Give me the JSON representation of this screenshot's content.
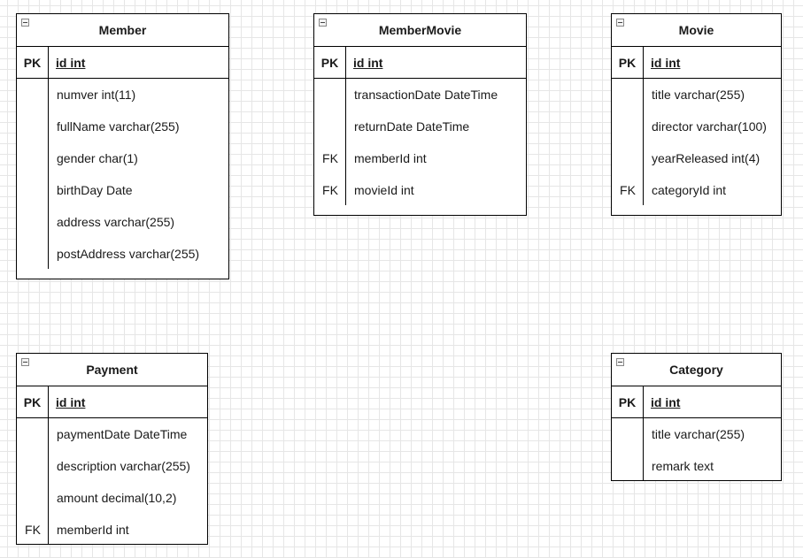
{
  "entities": {
    "member": {
      "title": "Member",
      "pk_label": "PK",
      "pk_field": "id int",
      "attributes": [
        {
          "key": "",
          "name": "numver int(11)"
        },
        {
          "key": "",
          "name": "fullName varchar(255)"
        },
        {
          "key": "",
          "name": "gender char(1)"
        },
        {
          "key": "",
          "name": "birthDay Date"
        },
        {
          "key": "",
          "name": "address varchar(255)"
        },
        {
          "key": "",
          "name": "postAddress varchar(255)"
        }
      ]
    },
    "membermovie": {
      "title": "MemberMovie",
      "pk_label": "PK",
      "pk_field": "id int",
      "attributes": [
        {
          "key": "",
          "name": "transactionDate DateTime"
        },
        {
          "key": "",
          "name": "returnDate DateTime"
        },
        {
          "key": "FK",
          "name": "memberId int"
        },
        {
          "key": "FK",
          "name": "movieId int"
        }
      ]
    },
    "movie": {
      "title": "Movie",
      "pk_label": "PK",
      "pk_field": "id int",
      "attributes": [
        {
          "key": "",
          "name": "title varchar(255)"
        },
        {
          "key": "",
          "name": "director varchar(100)"
        },
        {
          "key": "",
          "name": "yearReleased int(4)"
        },
        {
          "key": "FK",
          "name": "categoryId int"
        }
      ]
    },
    "payment": {
      "title": "Payment",
      "pk_label": "PK",
      "pk_field": "id int",
      "attributes": [
        {
          "key": "",
          "name": "paymentDate DateTime"
        },
        {
          "key": "",
          "name": "description varchar(255)"
        },
        {
          "key": "",
          "name": "amount decimal(10,2)"
        },
        {
          "key": "FK",
          "name": "memberId int"
        }
      ]
    },
    "category": {
      "title": "Category",
      "pk_label": "PK",
      "pk_field": "id int",
      "attributes": [
        {
          "key": "",
          "name": "title varchar(255)"
        },
        {
          "key": "",
          "name": "remark text"
        }
      ]
    }
  }
}
